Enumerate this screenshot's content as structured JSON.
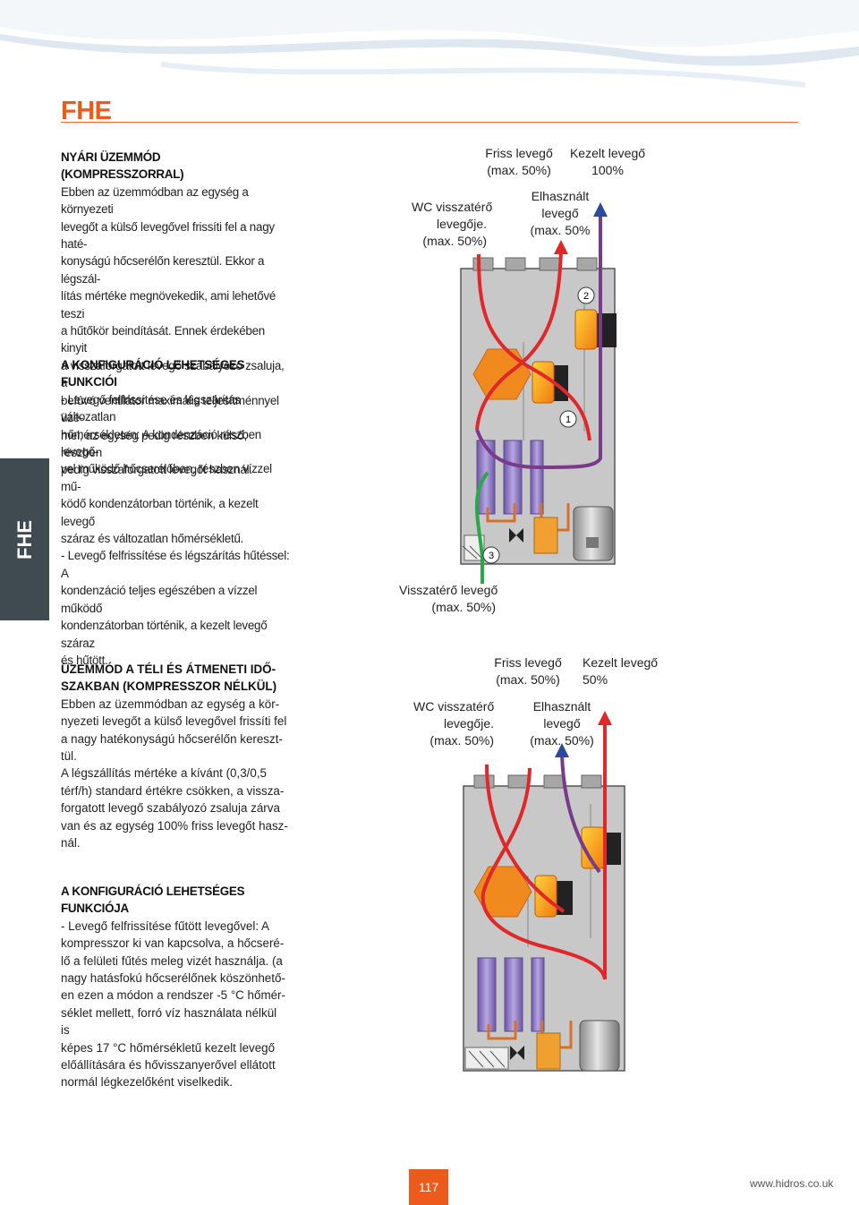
{
  "header": {
    "title": "FHE",
    "side_tab": "FHE"
  },
  "section1": {
    "heading_line1": "NYÁRI ÜZEMMÓD",
    "heading_line2": "(KOMPRESSZORRAL)",
    "body": [
      "Ebben az üzemmódban az egység a környezeti",
      "levegőt a külső levegővel frissíti fel a nagy haté-",
      "konyságú hőcserélőn keresztül. Ekkor a légszál-",
      "lítás mértéke megnövekedik, ami lehetővé teszi",
      "a hűtőkör beindítását. Ennek érdekében kinyit",
      "a visszaforgatott levegő szabályozó zsaluja, a",
      "befúvó ventilátor maximális teljesítménnyel üze-",
      "mel, az egység pedig részben külső, részben",
      "pedig visszaforgatott levegőt használ."
    ],
    "config_heading": "A KONFIGURÁCIÓ LEHETSÉGES FUNKCIÓI",
    "config_body": [
      "- Levegő felfrissítése és légszárítás változatlan",
      "hőmérsékleten: A kondenzáció részben levegő-",
      "vel működő hőcserélőben, részben vízzel mű-",
      "ködő kondenzátorban történik, a kezelt levegő",
      "száraz és változatlan hőmérsékletű.",
      "- Levegő felfrissítése és légszárítás hűtéssel: A",
      "kondenzáció teljes egészében a vízzel működő",
      "kondenzátorban történik, a kezelt levegő száraz",
      "és hűtött."
    ]
  },
  "diagram1": {
    "fresh_air": [
      "Friss levegő",
      "(max. 50%)"
    ],
    "treated_air": [
      "Kezelt levegő",
      "100%"
    ],
    "exhaust_air": [
      "Elhasznált",
      "levegő",
      "(max. 50%"
    ],
    "wc_return": [
      "WC visszatérő",
      "levegője.",
      "(max. 50%)"
    ],
    "return_air": [
      "Visszatérő levegő",
      "(max. 50%)"
    ],
    "marker_1": "1",
    "marker_2": "2",
    "marker_3": "3"
  },
  "section2": {
    "heading_line1": "ÜZEMMÓD A TÉLI ÉS ÁTMENETI IDŐ-",
    "heading_line2": "SZAKBAN (KOMPRESSZOR NÉLKÜL)",
    "body": [
      "Ebben az üzemmódban az egység a kör-",
      "nyezeti levegőt a külső levegővel frissíti fel",
      "a nagy hatékonyságú hőcserélőn kereszt-",
      "tül.",
      "A légszállítás mértéke a kívánt (0,3/0,5",
      "térf/h) standard értékre csökken, a vissza-",
      "forgatott levegő szabályozó zsaluja zárva",
      "van és az egység 100% friss levegőt hasz-",
      "nál."
    ],
    "config_heading": "A KONFIGURÁCIÓ LEHETSÉGES FUNKCIÓJA",
    "config_body": [
      "- Levegő felfrissítése fűtött levegővel: A",
      "kompresszor ki van kapcsolva, a hőcseré-",
      "lő a felületi fűtés meleg vizét használja. (a",
      "nagy hatásfokú hőcserélőnek köszönhető-",
      "en ezen a módon a rendszer -5 °C hőmér-",
      "séklet mellett, forró víz használata nélkül is",
      "képes 17 °C hőmérsékletű kezelt levegő",
      "előállítására és hővisszanyerővel ellátott",
      "normál légkezelőként viselkedik."
    ]
  },
  "diagram2": {
    "fresh_air": [
      "Friss levegő",
      "(max. 50%)"
    ],
    "treated_air": [
      "Kezelt levegő",
      "50%"
    ],
    "exhaust_air": [
      "Elhasznált",
      "levegő",
      "(max. 50%)"
    ],
    "wc_return": [
      "WC visszatérő",
      "levegője.",
      "(max. 50%)"
    ]
  },
  "footer": {
    "page_number": "117",
    "website": "www.hidros.co.uk"
  },
  "colors": {
    "accent": "#ec5a1c",
    "side_tab": "#3f4a51",
    "hot_air": "#e0282a",
    "cold_air": "#2b4a9c",
    "return_air": "#2aa845"
  }
}
